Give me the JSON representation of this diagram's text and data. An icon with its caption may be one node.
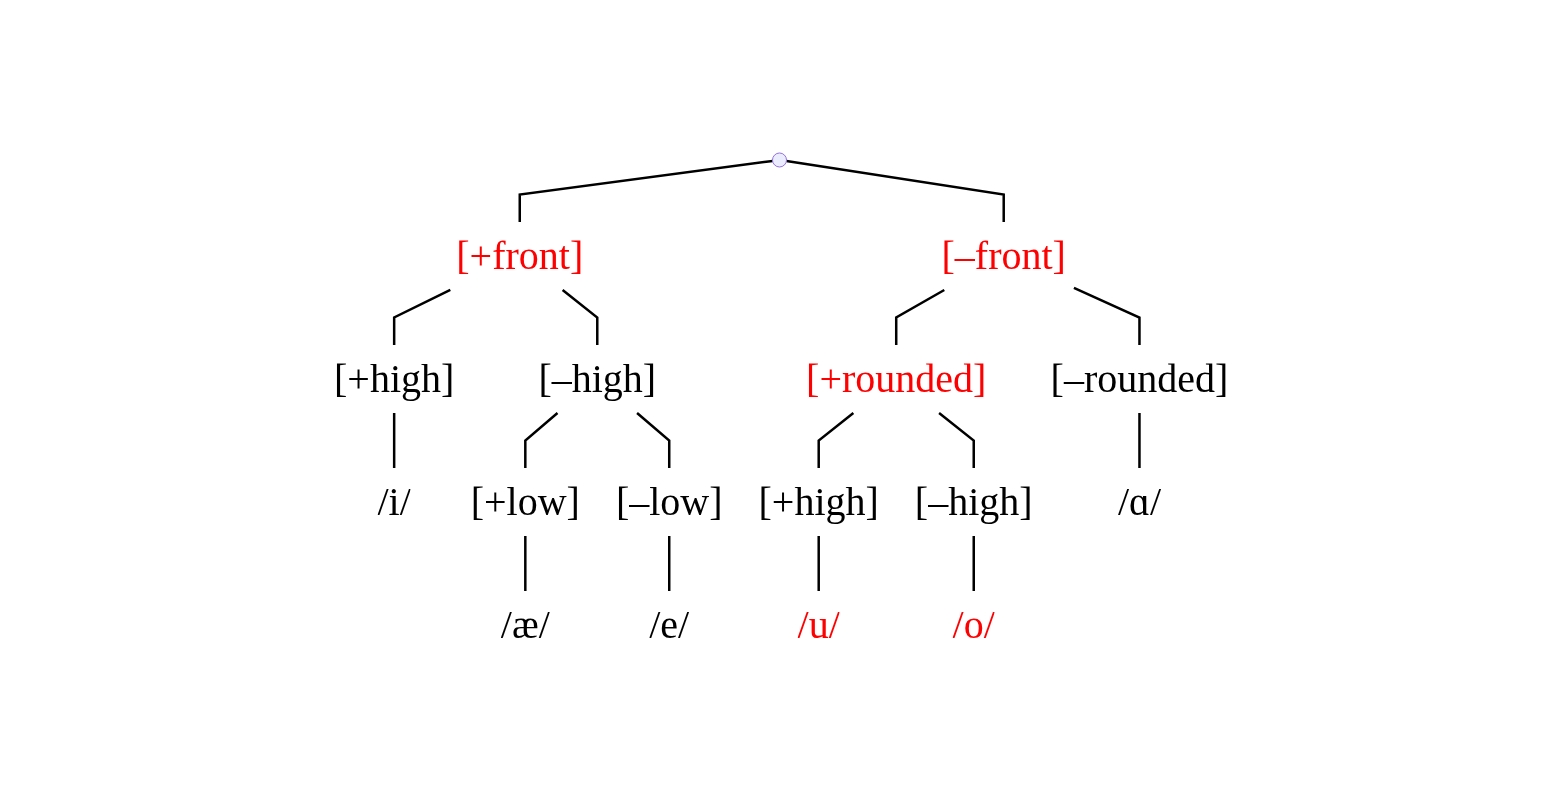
{
  "diagram": {
    "nodes": [
      {
        "text": [],
        "shape": "point"
      },
      {
        "text": [
          "[+front]"
        ]
      },
      {
        "text": [
          "[–front]"
        ]
      },
      {
        "text": [
          "[+high]"
        ]
      },
      {
        "text": [
          "[–high]"
        ]
      },
      {
        "text": [
          "[+rounded]"
        ]
      },
      {
        "text": [
          "[–rounded]"
        ]
      },
      {
        "text": [
          "/i/"
        ]
      },
      {
        "text": [
          "[+low]"
        ]
      },
      {
        "text": [
          "[–low]"
        ]
      },
      {
        "text": [
          "[+high]"
        ]
      },
      {
        "text": [
          "[–high]"
        ]
      },
      {
        "text": [
          "/ɑ/"
        ]
      },
      {
        "text": [
          "/æ/"
        ]
      },
      {
        "text": [
          "/e/"
        ]
      },
      {
        "text": [
          "/u/"
        ]
      },
      {
        "text": [
          "/o/"
        ]
      }
    ],
    "edges": [
      {
        "from": 0,
        "to": 1,
        "arrow": "none"
      },
      {
        "from": 0,
        "to": 2,
        "arrow": "none"
      },
      {
        "from": 1,
        "to": 3,
        "arrow": "none"
      },
      {
        "from": 1,
        "to": 4,
        "arrow": "none"
      },
      {
        "from": 2,
        "to": 5,
        "arrow": "none"
      },
      {
        "from": 2,
        "to": 6,
        "arrow": "none"
      },
      {
        "from": 3,
        "to": 7,
        "arrow": "none"
      },
      {
        "from": 4,
        "to": 8,
        "arrow": "none"
      },
      {
        "from": 4,
        "to": 9,
        "arrow": "none"
      },
      {
        "from": 5,
        "to": 10,
        "arrow": "none"
      },
      {
        "from": 5,
        "to": 11,
        "arrow": "none"
      },
      {
        "from": 6,
        "to": 12,
        "arrow": "none"
      },
      {
        "from": 8,
        "to": 13,
        "arrow": "none"
      },
      {
        "from": 9,
        "to": 14,
        "arrow": "none"
      },
      {
        "from": 10,
        "to": 15,
        "arrow": "none"
      },
      {
        "from": 11,
        "to": 16,
        "arrow": "none"
      }
    ]
  }
}
